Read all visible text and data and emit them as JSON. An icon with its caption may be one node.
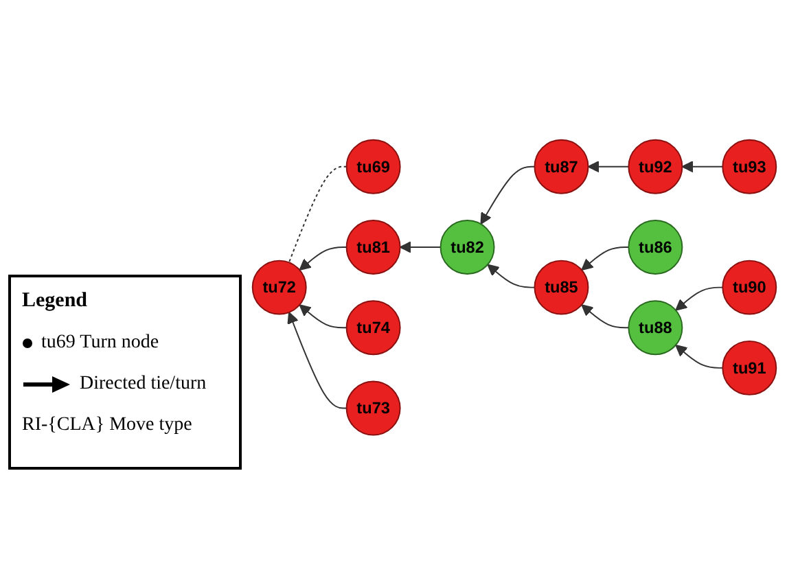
{
  "diagram": {
    "nodes": [
      {
        "text": [
          "tu87"
        ]
      },
      {
        "text": [
          "tu69"
        ]
      },
      {
        "text": [
          "tu92"
        ]
      },
      {
        "text": [
          "tu82"
        ]
      },
      {
        "text": [
          "tu72"
        ]
      },
      {
        "text": [
          "tu81"
        ]
      },
      {
        "text": [
          "tu93"
        ]
      },
      {
        "text": [
          "tu85"
        ]
      },
      {
        "text": [
          "tu86"
        ]
      },
      {
        "text": [
          "tu73"
        ]
      },
      {
        "text": [
          "tu74"
        ]
      },
      {
        "text": [
          "tu88"
        ]
      },
      {
        "text": [
          "tu90"
        ]
      },
      {
        "text": [
          "tu91"
        ]
      }
    ],
    "edges": [
      {
        "from": 1,
        "to": 4,
        "arrow": "none",
        "style": "dashed"
      },
      {
        "from": 5,
        "to": 4,
        "arrow": "to"
      },
      {
        "from": 10,
        "to": 4,
        "arrow": "to"
      },
      {
        "from": 9,
        "to": 4,
        "arrow": "to"
      },
      {
        "from": 3,
        "to": 5,
        "arrow": "to"
      },
      {
        "from": 0,
        "to": 3,
        "arrow": "to"
      },
      {
        "from": 2,
        "to": 0,
        "arrow": "to"
      },
      {
        "from": 6,
        "to": 2,
        "arrow": "to"
      },
      {
        "from": 7,
        "to": 3,
        "arrow": "to"
      },
      {
        "from": 8,
        "to": 7,
        "arrow": "to"
      },
      {
        "from": 11,
        "to": 7,
        "arrow": "to"
      },
      {
        "from": 12,
        "to": 11,
        "arrow": "to"
      },
      {
        "from": 13,
        "to": 11,
        "arrow": "to"
      }
    ],
    "labels": [
      "Legend"
    ],
    "legend": [
      {
        "text": "tu69 Turn node"
      },
      {
        "text": "Directed tie/turn"
      },
      {
        "text": "RI-{CLA} Move type"
      }
    ]
  }
}
